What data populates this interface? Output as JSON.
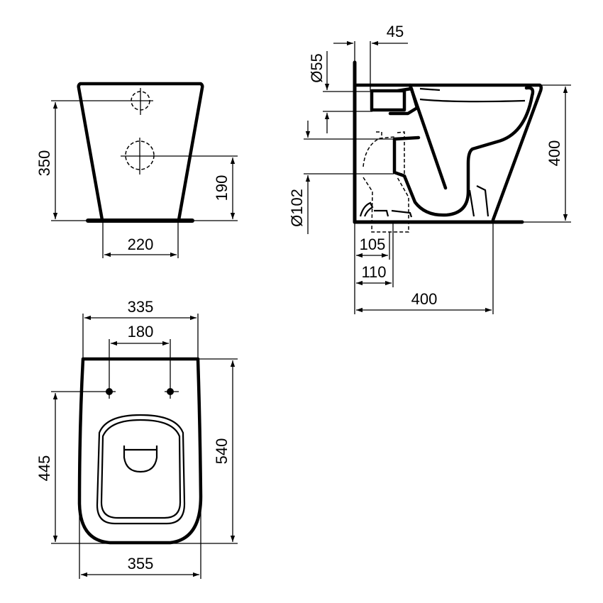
{
  "drawing": {
    "type": "technical-dimension-drawing",
    "subject": "back-to-wall floor-standing WC",
    "units": "mm",
    "background": "#ffffff",
    "line_color": "#000000"
  },
  "views": {
    "rear_view": {
      "dimensions": {
        "height_top_inlet": "350",
        "height_outlet_center": "190",
        "base_width": "220"
      }
    },
    "side_view": {
      "dimensions": {
        "inlet_offset": "45",
        "inlet_diameter": "Ø55",
        "outlet_diameter": "Ø102",
        "overall_height": "400",
        "outlet_distance_min": "105",
        "outlet_distance_max": "110",
        "overall_depth": "400"
      }
    },
    "top_view": {
      "dimensions": {
        "top_width": "335",
        "fixing_hole_spacing": "180",
        "overall_length": "540",
        "fixing_to_front": "445",
        "bottom_width": "355"
      }
    }
  }
}
